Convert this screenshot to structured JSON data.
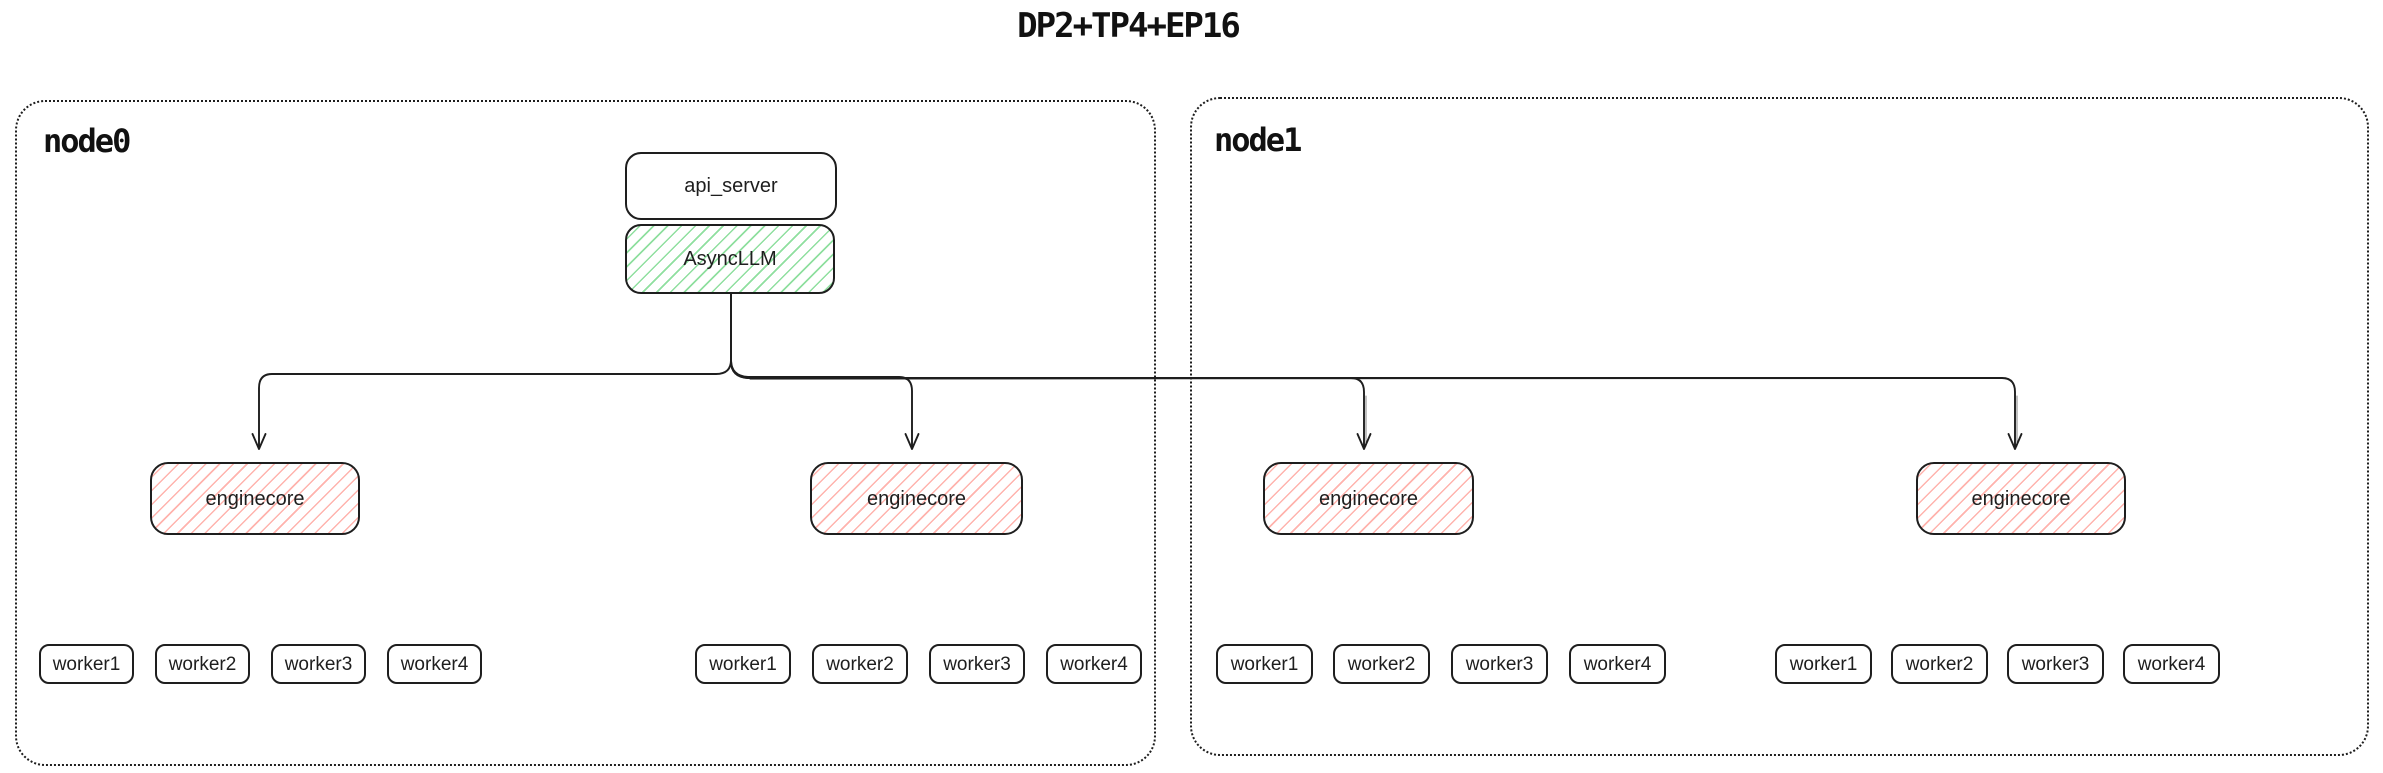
{
  "title": "DP2+TP4+EP16",
  "nodes": [
    {
      "label": "node0",
      "stack": {
        "api_server": "api_server",
        "async_llm": "AsyncLLM"
      },
      "enginecores": [
        {
          "label": "enginecore",
          "workers": [
            "worker1",
            "worker2",
            "worker3",
            "worker4"
          ]
        },
        {
          "label": "enginecore",
          "workers": [
            "worker1",
            "worker2",
            "worker3",
            "worker4"
          ]
        }
      ]
    },
    {
      "label": "node1",
      "enginecores": [
        {
          "label": "enginecore",
          "workers": [
            "worker1",
            "worker2",
            "worker3",
            "worker4"
          ]
        },
        {
          "label": "enginecore",
          "workers": [
            "worker1",
            "worker2",
            "worker3",
            "worker4"
          ]
        }
      ]
    }
  ],
  "colors": {
    "stroke": "#1e1e1e",
    "async_llm_hatch_green": "#8fdf9f",
    "enginecore_hatch_red": "#ffb3ad"
  }
}
